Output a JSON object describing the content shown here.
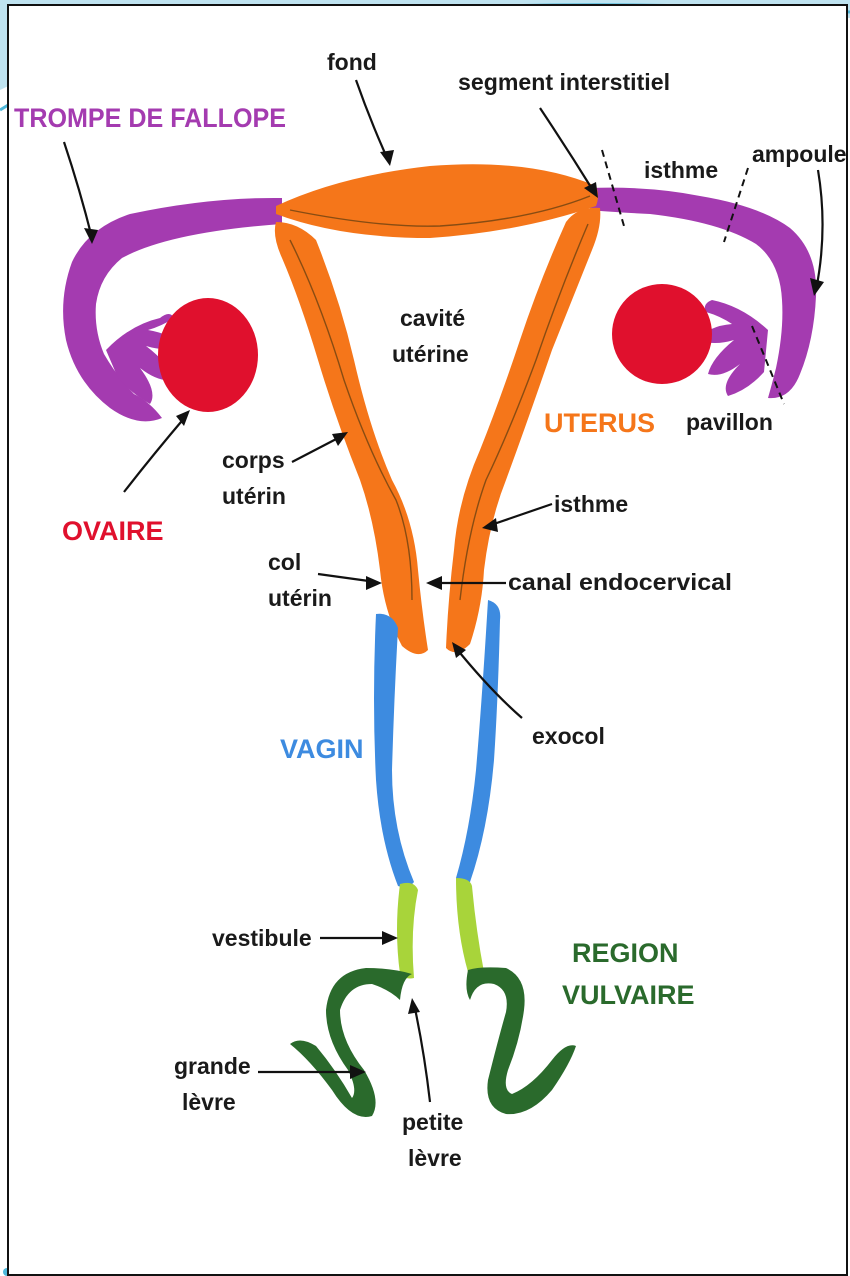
{
  "colors": {
    "trompe": "#a43bb0",
    "ovaire": "#e0102d",
    "uterus": "#f5761a",
    "vagin": "#3d8be0",
    "vestibule": "#a8d43a",
    "vulve": "#2a6a2c",
    "slide_accent": "#4fb8da"
  },
  "labels": {
    "trompe_de_fallope": "TROMPE DE FALLOPE",
    "fond": "fond",
    "segment_interstitiel": "segment interstitiel",
    "isthme_trompe": "isthme",
    "ampoule": "ampoule",
    "cavite_line1": "cavité",
    "cavite_line2": "utérine",
    "uterus": "UTERUS",
    "pavillon": "pavillon",
    "corps_line1": "corps",
    "corps_line2": "utérin",
    "ovaire": "OVAIRE",
    "isthme_uterus": "isthme",
    "col_line1": "col",
    "col_line2": "utérin",
    "canal_endocervical": "canal endocervical",
    "exocol": "exocol",
    "vagin": "VAGIN",
    "vestibule": "vestibule",
    "region_line1": "REGION",
    "region_line2": "VULVAIRE",
    "grande_line1": "grande",
    "grande_line2": "lèvre",
    "petite_line1": "petite",
    "petite_line2": "lèvre"
  }
}
